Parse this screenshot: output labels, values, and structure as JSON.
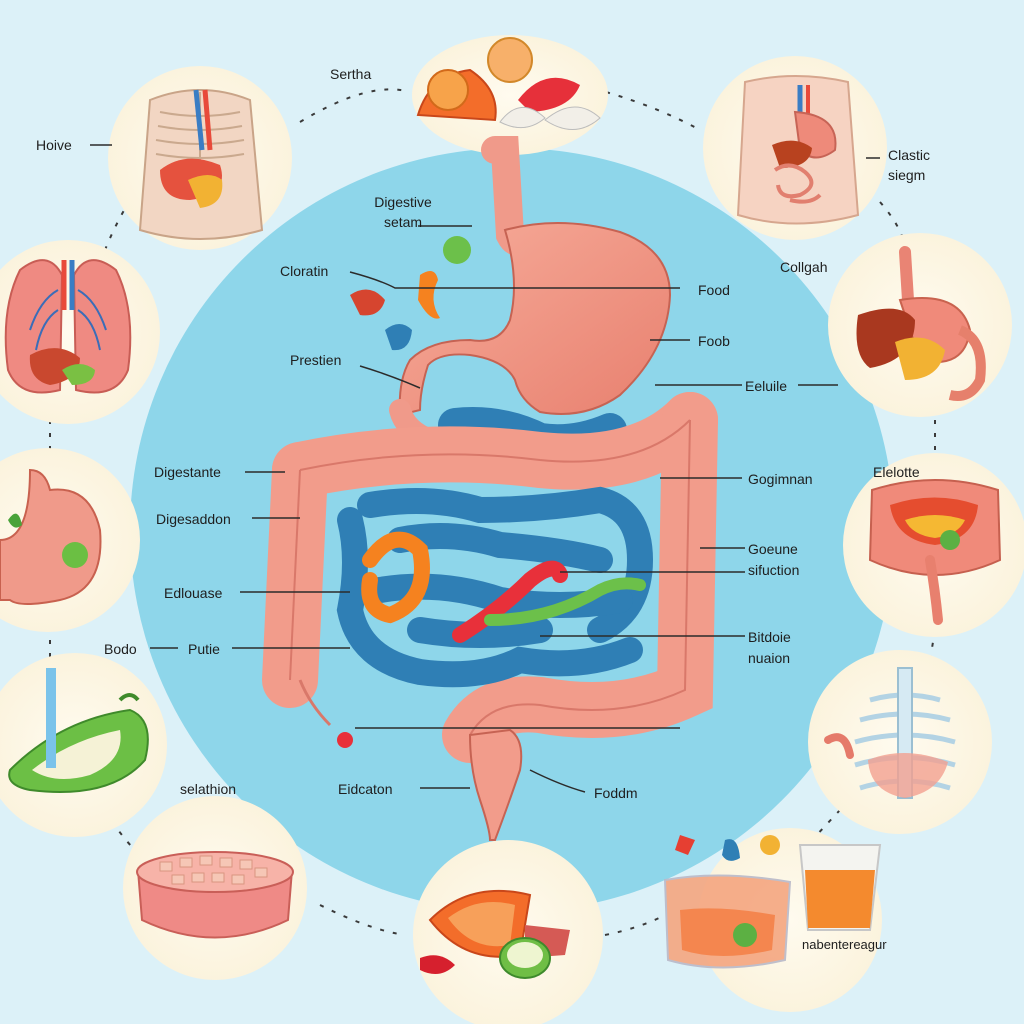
{
  "palette": {
    "background": "#dcf1f8",
    "center_circle": "#8ed6ea",
    "organ_pink": "#f29c8b",
    "intestine_blue": "#2f7fb5",
    "accent_red": "#e8303a",
    "accent_orange": "#f5821f",
    "accent_green": "#6cc04a",
    "leader_line": "#2b2b2b"
  },
  "labels": {
    "top_food": "Sertha",
    "hoive": "Hoive",
    "clastic_1": "Clastic",
    "clastic_2": "siegm",
    "digestive_1": "Digestive",
    "digestive_2": "setam",
    "cloratin": "Cloratin",
    "collgah": "Collgah",
    "food": "Food",
    "foob": "Foob",
    "prestien": "Prestien",
    "eeluile": "Eeluile",
    "digestante": "Digestante",
    "gogimnan": "Gogimnan",
    "digesaddon": "Digesaddon",
    "elelotte": "Elelotte",
    "gooune_1": "Goeune",
    "gooune_2": "sifuction",
    "edlouase": "Edlouase",
    "bodo": "Bodo",
    "putie": "Putie",
    "bitdoie_1": "Bitdoie",
    "bitdoie_2": "nuaion",
    "selathion": "selathion",
    "eidcaton": "Eidcaton",
    "foddm": "Foddm",
    "nabent": "nabentereagur"
  },
  "icons": [
    "food-plate-icon",
    "torso-liver-icon",
    "torso-digestive-icon",
    "lungs-liver-icon",
    "liver-stomach-icon",
    "stomach-icon",
    "intestine-icon",
    "water-drop-pepper-icon",
    "ribcage-icon",
    "meat-bowl-icon",
    "orange-slice-icon",
    "jar-glass-icon"
  ]
}
